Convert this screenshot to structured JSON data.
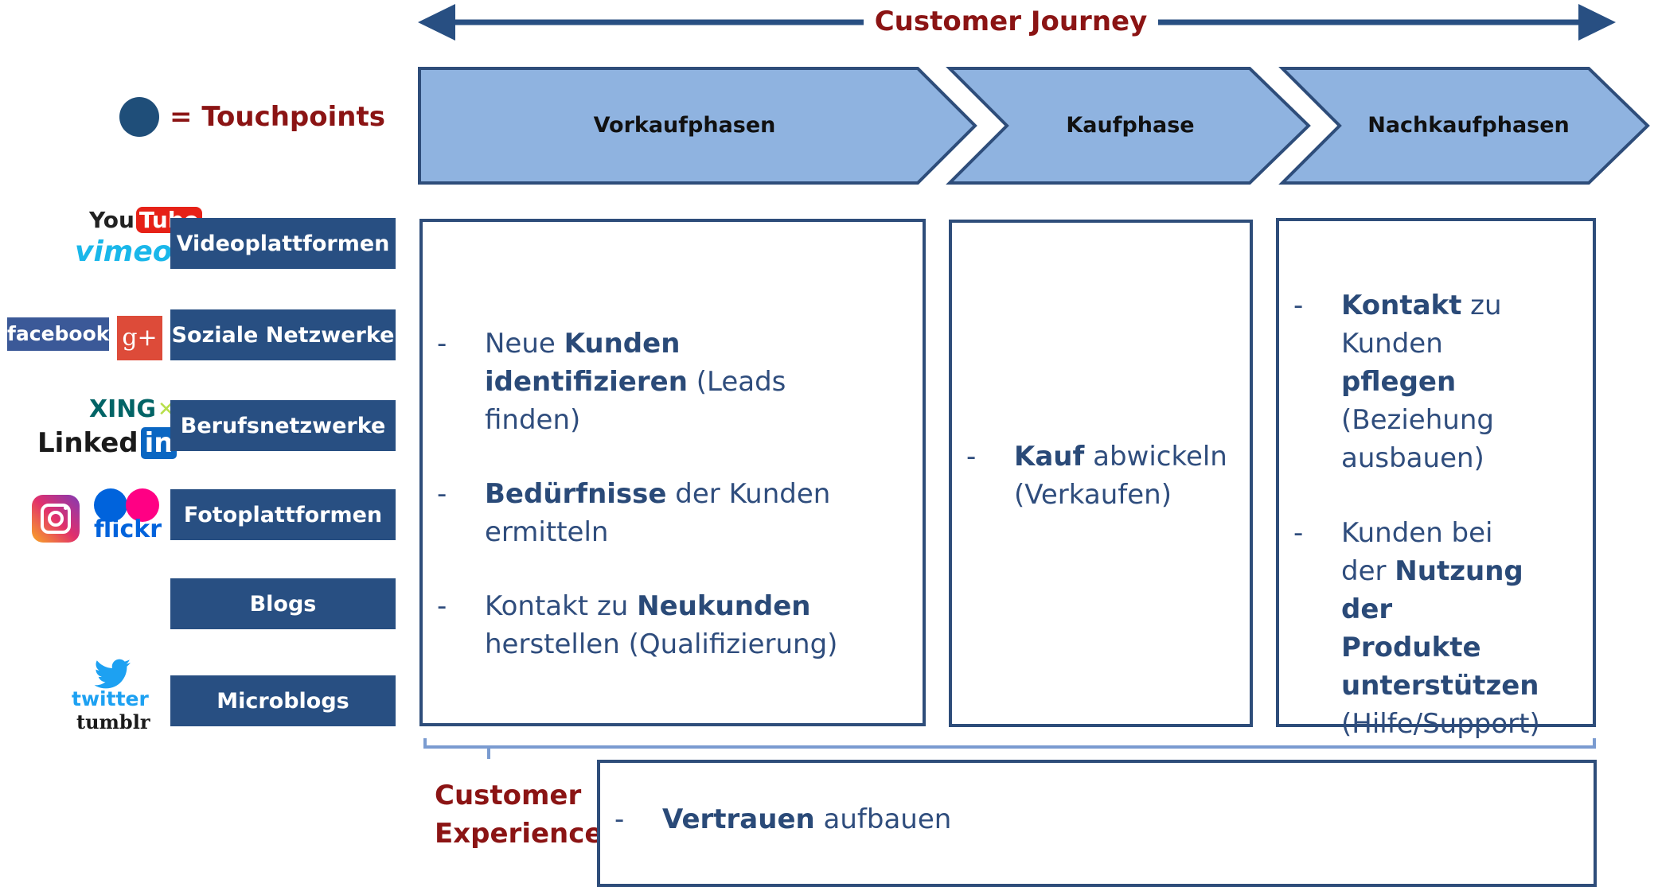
{
  "journey": {
    "label": "Customer Journey"
  },
  "legend": {
    "label": "= Touchpoints"
  },
  "phases": [
    {
      "label": "Vorkaufphasen"
    },
    {
      "label": "Kaufphase"
    },
    {
      "label": "Nachkaufphasen"
    }
  ],
  "touchpoints": [
    {
      "label": "Videoplattformen",
      "logos": [
        "YouTube",
        "vimeo"
      ]
    },
    {
      "label": "Soziale Netzwerke",
      "logos": [
        "facebook",
        "G+"
      ]
    },
    {
      "label": "Berufsnetzwerke",
      "logos": [
        "XING",
        "LinkedIn"
      ]
    },
    {
      "label": "Fotoplattformen",
      "logos": [
        "Instagram",
        "flickr"
      ]
    },
    {
      "label": "Blogs",
      "logos": []
    },
    {
      "label": "Microblogs",
      "logos": [
        "twitter",
        "tumblr"
      ]
    }
  ],
  "logo_text": {
    "you": "You",
    "tube": "Tube",
    "vimeo": "vimeo",
    "facebook": "facebook",
    "gplus": "g+",
    "xing": "XING",
    "linked": "Linked",
    "in": "in",
    "flickr": "flickr",
    "twitter": "twitter",
    "tumblr": "tumblr"
  },
  "boxes": {
    "vorkauf": [
      {
        "parts": [
          [
            "Neue ",
            false
          ],
          [
            "Kunden identifizieren",
            true
          ],
          [
            " (Leads finden)",
            false
          ]
        ]
      },
      {
        "parts": [
          [
            "Bedürfnisse",
            true
          ],
          [
            " der Kunden ermitteln",
            false
          ]
        ]
      },
      {
        "parts": [
          [
            "Kontakt zu ",
            false
          ],
          [
            "Neukunden",
            true
          ],
          [
            " herstellen (Qualifizierung)",
            false
          ]
        ]
      }
    ],
    "kauf": [
      {
        "parts": [
          [
            "Kauf",
            true
          ],
          [
            " abwickeln (Verkaufen)",
            false
          ]
        ]
      }
    ],
    "nachkauf": [
      {
        "parts": [
          [
            "Kontakt",
            true
          ],
          [
            " zu Kunden ",
            false
          ],
          [
            "pflegen",
            true
          ],
          [
            " (Beziehung ausbauen)",
            false
          ]
        ]
      },
      {
        "parts": [
          [
            "Kunden bei der ",
            false
          ],
          [
            "Nutzung der Produkte unterstützen",
            true
          ],
          [
            " (Hilfe/Support)",
            false
          ]
        ]
      }
    ]
  },
  "experience": {
    "label_line1": "Customer",
    "label_line2": "Experience",
    "items": [
      {
        "parts": [
          [
            "Vertrauen",
            true
          ],
          [
            " aufbauen",
            false
          ]
        ]
      }
    ]
  },
  "colors": {
    "navy": "#284f82",
    "phase_fill": "#8fb3e0",
    "phase_border": "#2e4d7a",
    "title_red": "#8b1414",
    "text_blue": "#2f4d7d"
  }
}
